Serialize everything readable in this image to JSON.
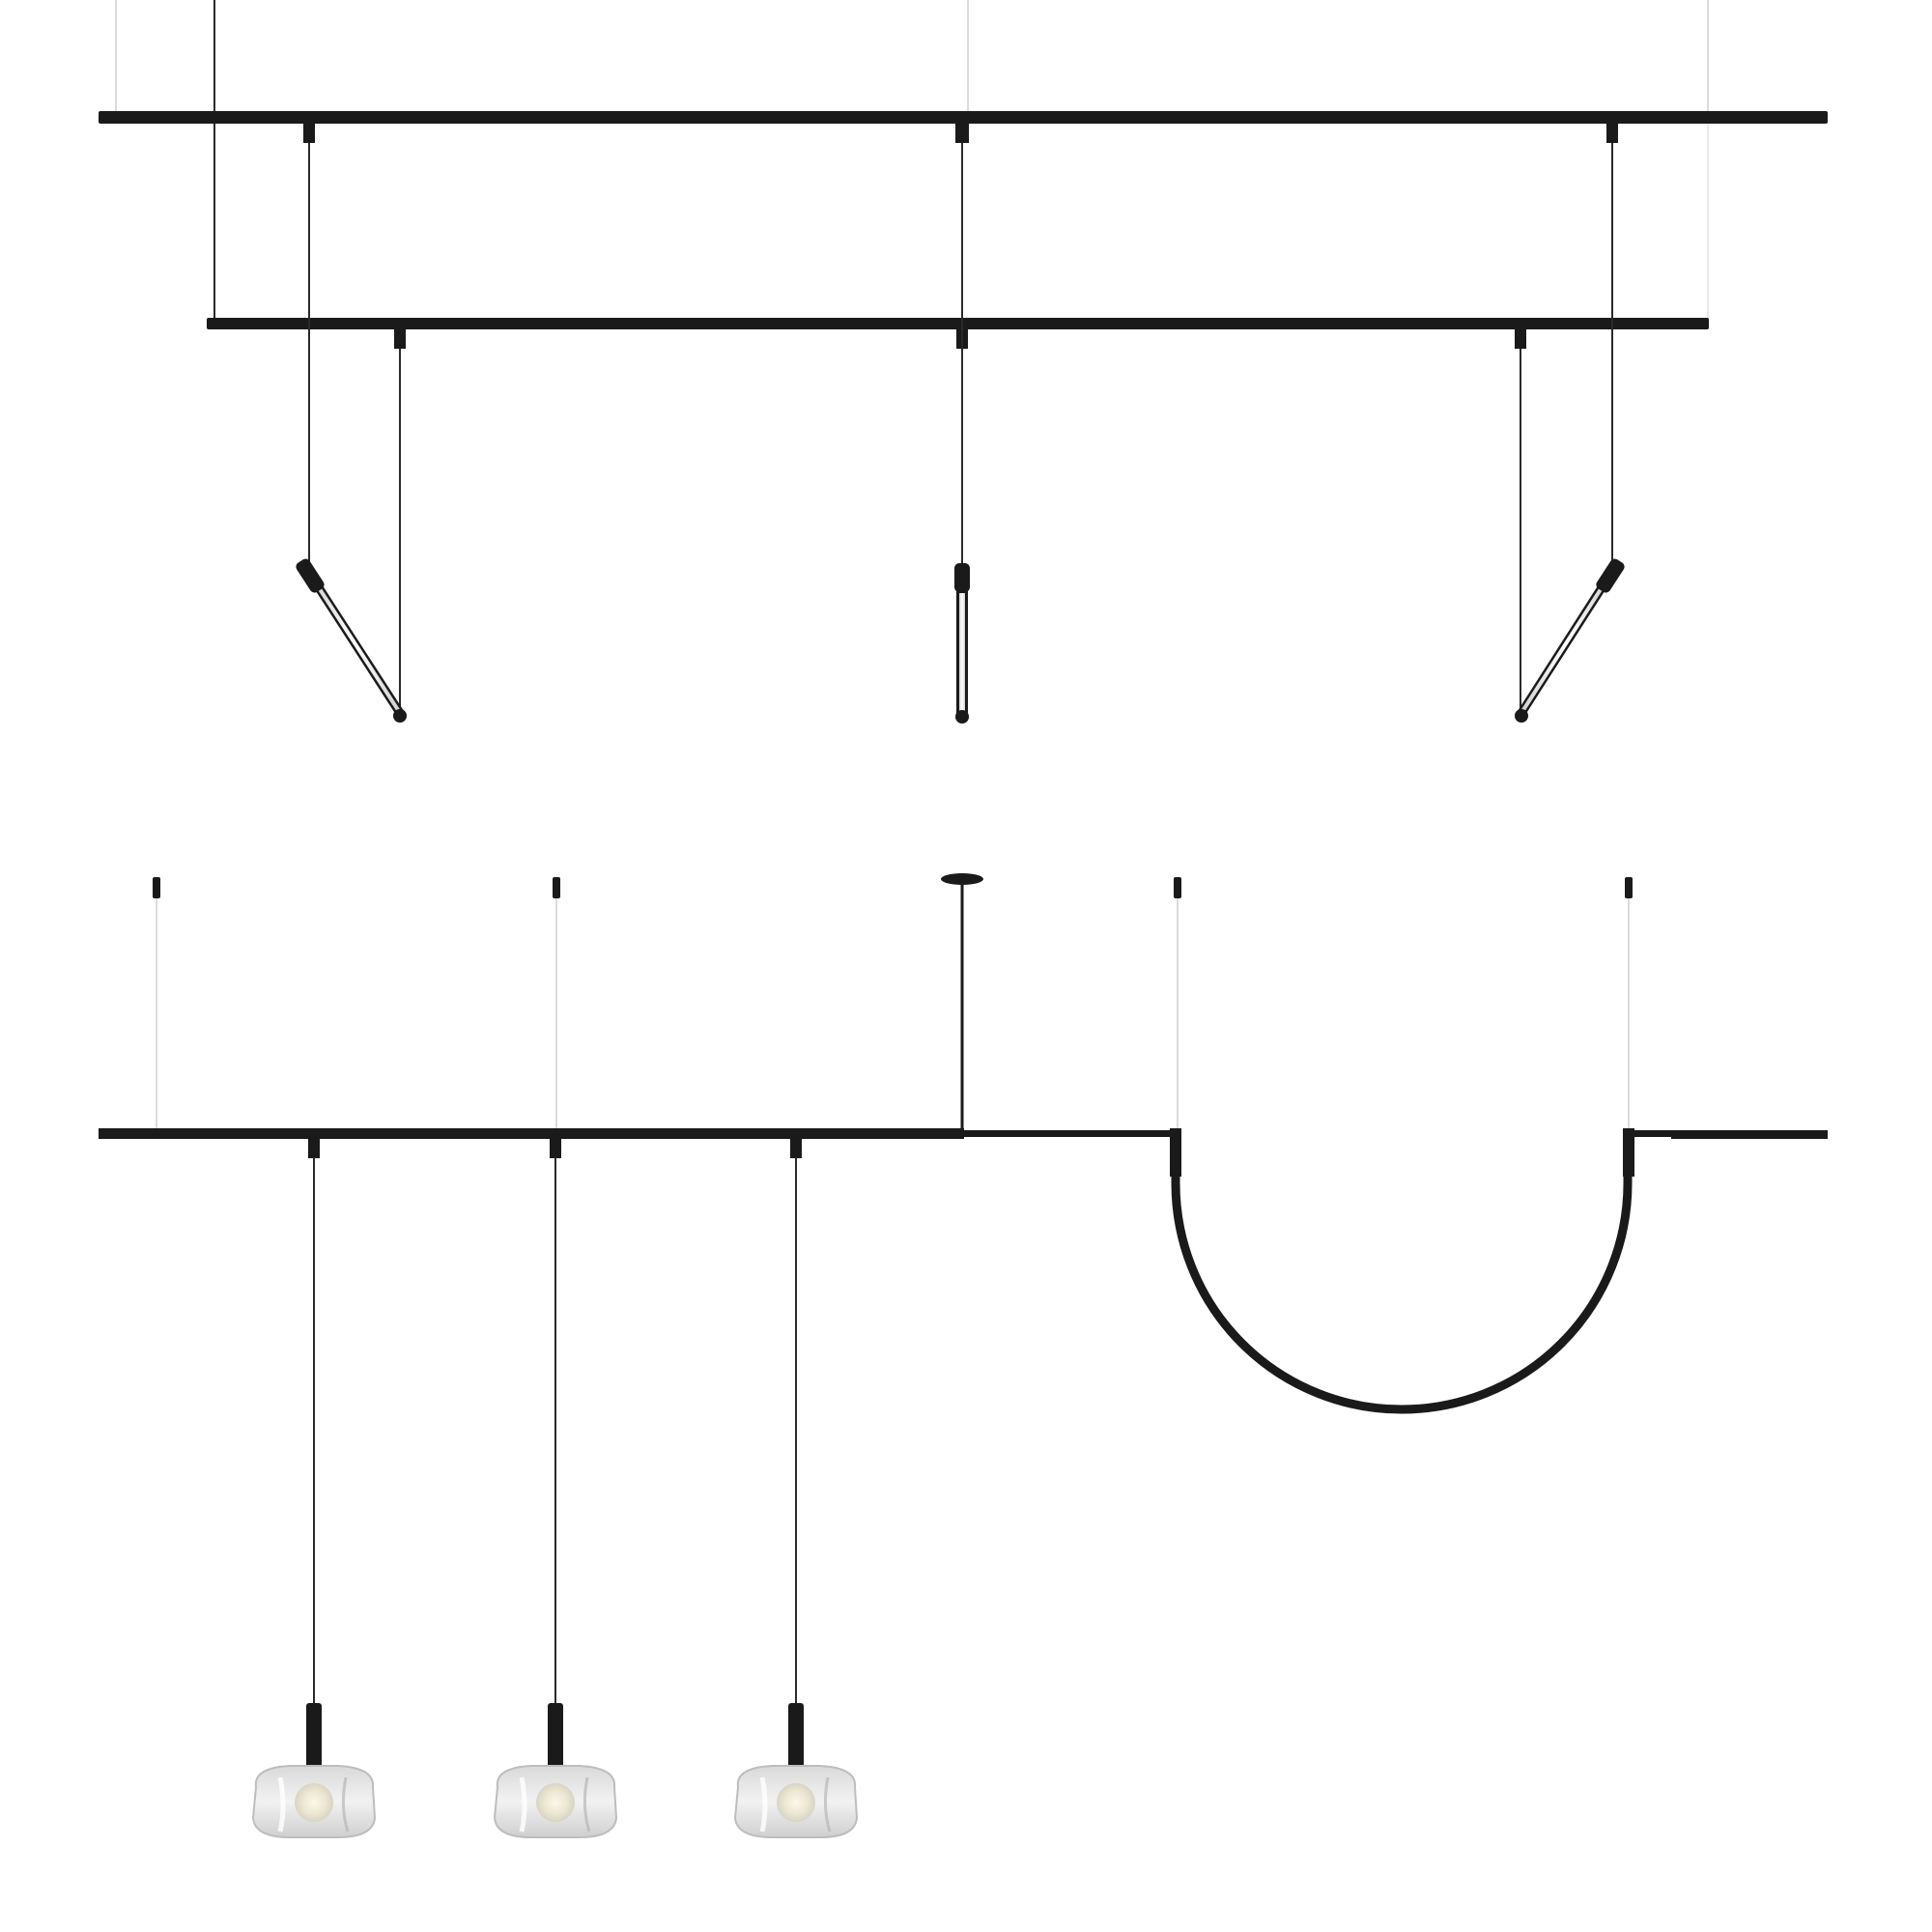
{
  "scene": {
    "background": "#ffffff",
    "metal_color": "#1a1a1a",
    "wire_color": "#222222",
    "thin_wire_color": "#c8c8c8",
    "glass_color": "#e6e6e6",
    "bulb_color": "#f4f1e6"
  },
  "upper_system": {
    "top_rail": {
      "pendant_count": 3
    },
    "lower_rail": {
      "pendant_count": 3
    },
    "tube_lights": [
      {
        "name": "tube-left",
        "orientation": "angled"
      },
      {
        "name": "tube-center",
        "orientation": "vertical"
      },
      {
        "name": "tube-right",
        "orientation": "angled"
      }
    ]
  },
  "lower_system": {
    "ceiling_anchors": 5,
    "glass_pendants": [
      {
        "name": "glass-pendant-1"
      },
      {
        "name": "glass-pendant-2"
      },
      {
        "name": "glass-pendant-3"
      }
    ],
    "arc_segment": "semicircle"
  }
}
